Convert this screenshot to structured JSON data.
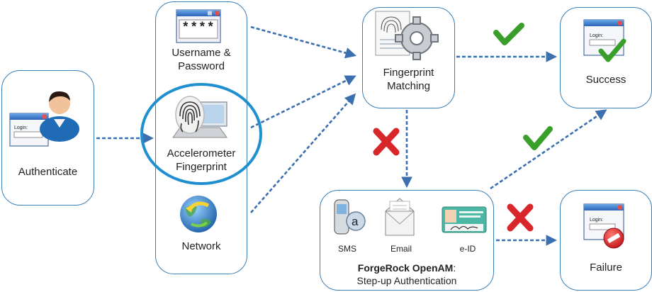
{
  "nodes": {
    "authenticate": "Authenticate",
    "username_password": "Username &\nPassword",
    "password_mask": "****",
    "accelerometer": "Accelerometer\nFingerprint",
    "network": "Network",
    "fingerprint_matching": "Fingerprint\nMatching",
    "success": "Success",
    "failure": "Failure",
    "login_caption": "Login:"
  },
  "stepup": {
    "sms": "SMS",
    "email": "Email",
    "eid": "e-ID",
    "product": "ForgeRock OpenAM",
    "colon": ":",
    "subtitle": "Step-up Authentication"
  },
  "colors": {
    "border": "#3a7fb8",
    "highlight": "#1f8fd0",
    "arrow": "#3b6fb0",
    "check": "#3a9e2a",
    "cross": "#d9262a"
  },
  "icons": [
    "user-icon",
    "login-window-icon",
    "password-field-icon",
    "fingerprint-laptop-icon",
    "globe-icon",
    "gear-fingerprint-icon",
    "check-icon",
    "cross-icon",
    "phone-icon",
    "envelope-icon",
    "id-card-icon",
    "no-entry-icon"
  ]
}
